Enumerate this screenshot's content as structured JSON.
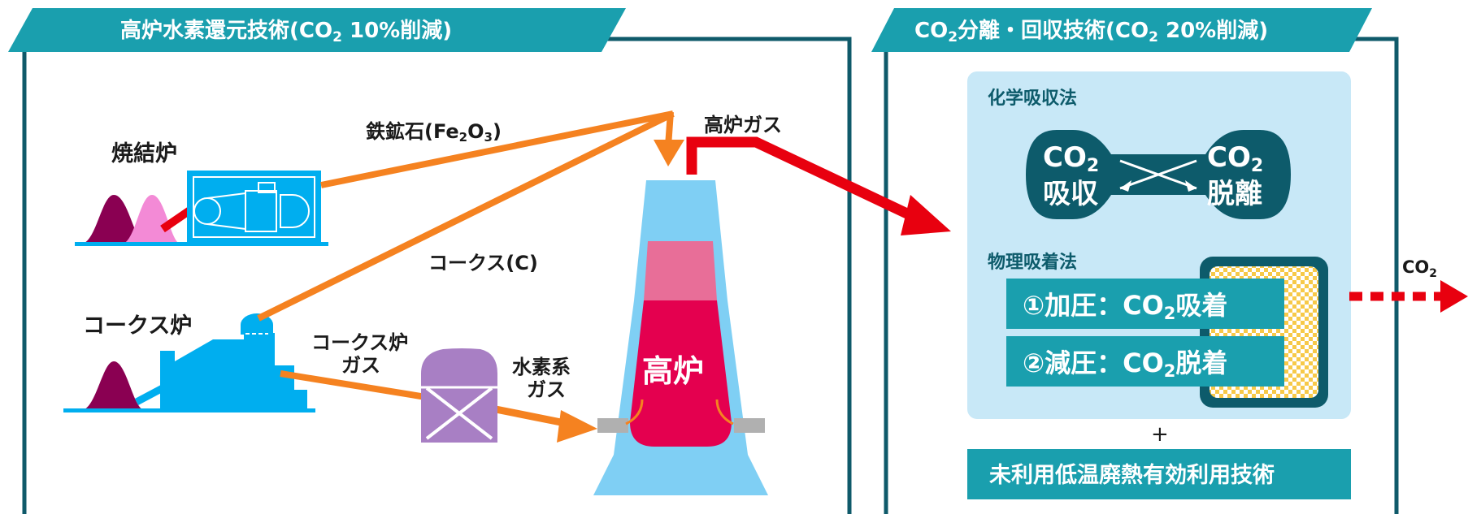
{
  "left_panel": {
    "title": "高炉水素還元技術(CO",
    "title_sub": "2",
    "title_tail": " 10%削減)"
  },
  "right_panel": {
    "title_head": "CO",
    "title_sub": "2",
    "title_tail": "分離・回収技術(CO",
    "title_sub2": "2",
    "title_tail2": " 20%削減)"
  },
  "labels": {
    "sinter_furnace": "焼結炉",
    "iron_ore_head": "鉄鉱石(Fe",
    "iron_ore_sub1": "2",
    "iron_ore_mid": "O",
    "iron_ore_sub2": "3",
    "iron_ore_tail": ")",
    "blast_furnace_gas": "高炉ガス",
    "coke": "コークス(C)",
    "coke_oven": "コークス炉",
    "coke_oven_gas_1": "コークス炉",
    "coke_oven_gas_2": "ガス",
    "hydrogen_gas_1": "水素系",
    "hydrogen_gas_2": "ガス",
    "blast_furnace": "高炉"
  },
  "separation": {
    "chemical_absorption": "化学吸収法",
    "co2_absorb_1": "CO",
    "co2_absorb_sub": "2",
    "co2_absorb_2": "吸収",
    "co2_desorb_1": "CO",
    "co2_desorb_sub": "2",
    "co2_desorb_2": "脱離",
    "physical_adsorption": "物理吸着法",
    "step1_head": "①加圧：CO",
    "step1_sub": "2",
    "step1_tail": "吸着",
    "step2_head": "②減圧：CO",
    "step2_sub": "2",
    "step2_tail": "脱着",
    "plus": "+",
    "waste_heat": "未利用低温廃熱有効利用技術",
    "output_co2": "CO",
    "output_co2_sub": "2"
  },
  "colors": {
    "teal_header": "#1a9fae",
    "panel_border": "#0f5a6a",
    "dark_teal": "#0d5b6b",
    "light_blue_box": "#c8e8f7",
    "arrow_orange": "#f58220",
    "arrow_red": "#e8000f",
    "equip_blue": "#00aeef",
    "furnace_light": "#7fcff4",
    "furnace_red": "#e4004f",
    "furnace_pink": "#e86e98",
    "tank_purple": "#a87fc4",
    "hill_dark": "#8a0052",
    "hill_pink": "#f38ad6",
    "adsorb_yellow": "#f7c948",
    "step_box": "#1a9fae"
  }
}
